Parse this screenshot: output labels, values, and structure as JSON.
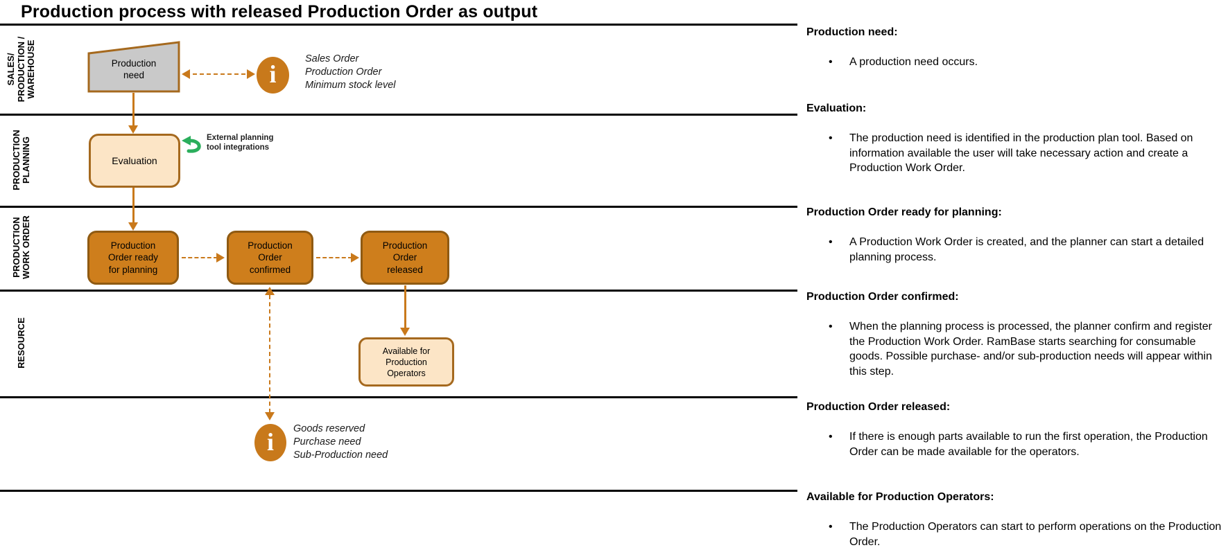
{
  "title": "Production process with released Production Order as output",
  "colors": {
    "box_orange_fill": "#CE7E1C",
    "box_orange_border": "#8F5A12",
    "box_light_fill": "#FCE5C6",
    "box_light_border": "#A5691E",
    "trapezoid_fill": "#C9C9C9",
    "trapezoid_border": "#A5691E",
    "arrow_orange": "#C9791B",
    "info_icon": "#C8791B",
    "green_icon": "#2BAE5C",
    "divider": "#000000"
  },
  "lanes": [
    {
      "label": [
        "SALES/",
        "PRODUCTION /",
        "WAREHOUSE"
      ]
    },
    {
      "label": [
        "PRODUCTION",
        "PLANNING"
      ]
    },
    {
      "label": [
        "PRODUCTION",
        "WORK ORDER"
      ]
    },
    {
      "label": [
        "RESOURCE"
      ]
    },
    {
      "label": []
    }
  ],
  "flowchart": {
    "info_glyph": "i",
    "production_need": {
      "lines": [
        "Production",
        "need"
      ]
    },
    "info1_notes": [
      "Sales Order",
      "Production Order",
      "Minimum stock level"
    ],
    "evaluation": {
      "label": "Evaluation"
    },
    "external_planning": [
      "External planning",
      "tool integrations"
    ],
    "po_ready": {
      "lines": [
        "Production",
        "Order ready",
        "for planning"
      ]
    },
    "po_confirmed": {
      "lines": [
        "Production",
        "Order",
        "confirmed"
      ]
    },
    "po_released": {
      "lines": [
        "Production",
        "Order",
        "released"
      ]
    },
    "available_for_operators": {
      "lines": [
        "Available for",
        "Production",
        "Operators"
      ]
    },
    "info2_notes": [
      "Goods reserved",
      "Purchase need",
      "Sub-Production need"
    ]
  },
  "right_panel": {
    "bullet_char": "•",
    "sections": [
      {
        "heading": "Production need:",
        "bullet": "A production need occurs."
      },
      {
        "heading": "Evaluation:",
        "bullet": "The production need is identified in the production plan tool. Based on information available the user will take necessary action and create a Production Work Order."
      },
      {
        "heading": "Production Order ready for planning:",
        "bullet": "A Production Work Order is created, and the planner can start a detailed planning process."
      },
      {
        "heading": "Production Order confirmed:",
        "bullet": "When the planning process is processed, the planner confirm and register the Production Work Order. RamBase starts searching for consumable goods. Possible purchase- and/or sub-production needs will appear within this step."
      },
      {
        "heading": "Production Order released:",
        "bullet": "If there is enough parts available to run the first operation, the Production Order can be made available for the operators."
      },
      {
        "heading": "Available for Production Operators:",
        "bullet": "The Production Operators can start to perform operations on the Production Order."
      }
    ]
  }
}
